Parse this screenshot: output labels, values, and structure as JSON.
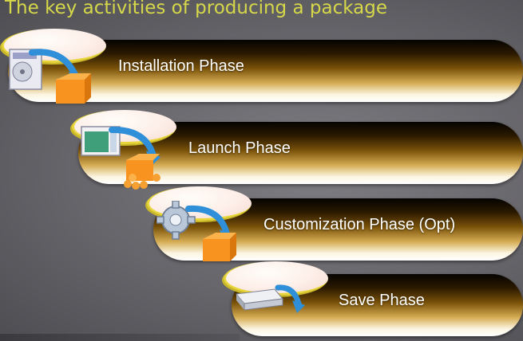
{
  "title": "The key activities of producing a package",
  "phases": [
    {
      "label": "Installation Phase",
      "icon": "installer-box-icon"
    },
    {
      "label": "Launch Phase",
      "icon": "launch-window-box-icon"
    },
    {
      "label": "Customization Phase (Opt)",
      "icon": "gear-box-icon"
    },
    {
      "label": "Save Phase",
      "icon": "disk-drive-icon"
    }
  ],
  "colors": {
    "title": "#d6d84a",
    "bar_dark": "#050300",
    "bar_light": "#ffffff",
    "arrow": "#2f8fd8",
    "box": "#f7931e"
  }
}
